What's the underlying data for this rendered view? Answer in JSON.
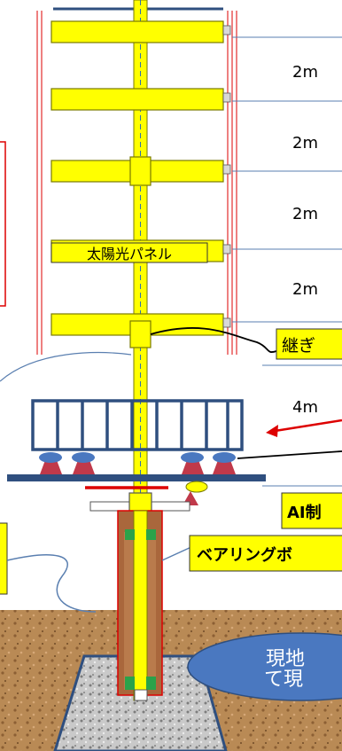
{
  "labels": {
    "panel": "太陽光パネル",
    "joint": "継ぎ",
    "ai_control": "AI制",
    "bearing": "ベアリングボ",
    "local": "現地",
    "local2": "て現"
  },
  "spacings": [
    "2m",
    "2m",
    "2m",
    "2m",
    "4m"
  ],
  "colors": {
    "panel_fill": "#ffff00",
    "panel_stroke": "#7a7a00",
    "platform_stroke": "#2f4f7f",
    "ground": "#b98a55",
    "concrete": "#c8c8c8",
    "guide_red": "#dd0000",
    "ellipse_blue": "#4a78c0",
    "wheel_red": "#c0394a"
  }
}
